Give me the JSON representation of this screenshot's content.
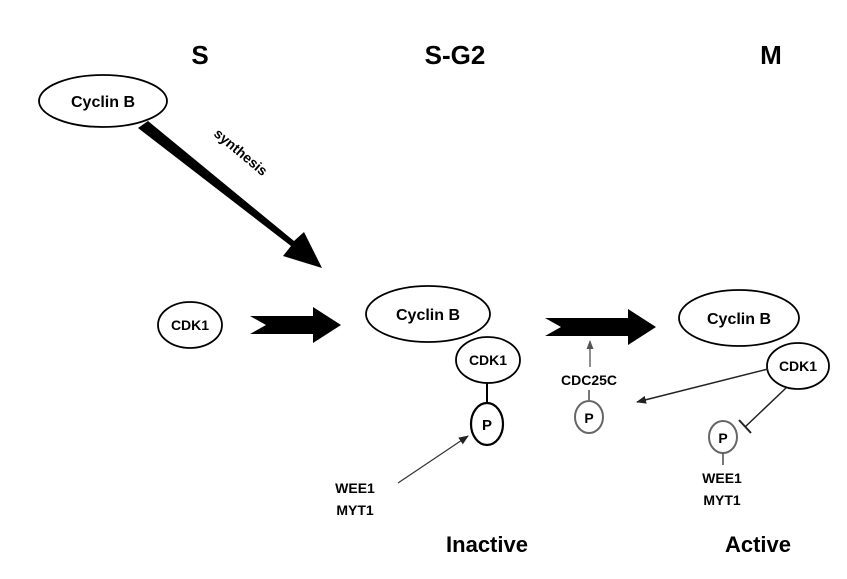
{
  "phases": {
    "s": "S",
    "s_g2": "S-G2",
    "m": "M"
  },
  "annotations": {
    "synthesis": "synthesis"
  },
  "nodes": {
    "cyclin_b_s": "Cyclin B",
    "cdk1_free": "CDK1",
    "cyclin_b_mid": "Cyclin B",
    "cdk1_mid": "CDK1",
    "p_mid": "P",
    "cdc25c": "CDC25C",
    "p_cdc25c": "P",
    "cyclin_b_right": "Cyclin B",
    "cdk1_right": "CDK1",
    "p_right": "P"
  },
  "kinases_left": [
    "WEE1",
    "MYT1"
  ],
  "kinases_right": [
    "WEE1",
    "MYT1"
  ],
  "states": {
    "inactive": "Inactive",
    "active": "Active"
  }
}
